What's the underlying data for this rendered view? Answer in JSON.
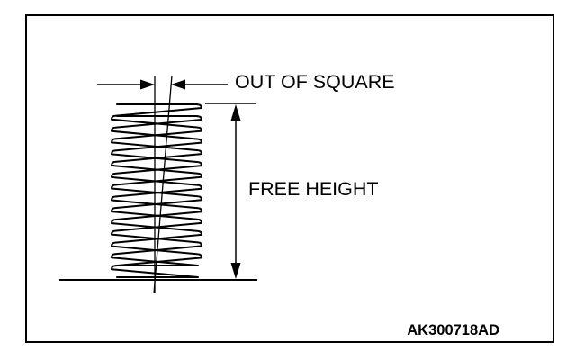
{
  "labels": {
    "out_of_square": "OUT OF SQUARE",
    "free_height": "FREE HEIGHT",
    "figure_code": "AK300718AD"
  },
  "colors": {
    "ink": "#000000",
    "background": "#ffffff"
  }
}
